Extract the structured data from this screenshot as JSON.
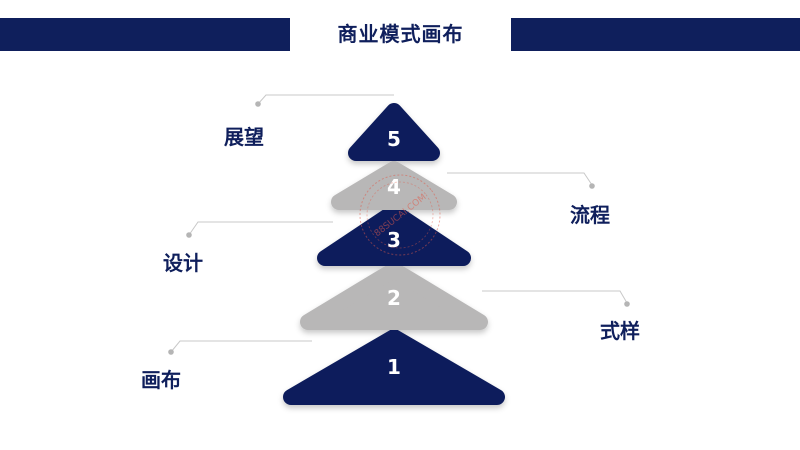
{
  "title": "商业模式画布",
  "colors": {
    "navy": "#0f1f5c",
    "gray": "#b8b7b7",
    "line": "#c8c8c8",
    "dot": "#b5b5b5"
  },
  "tiers": [
    {
      "number": "1",
      "color": "navy"
    },
    {
      "number": "2",
      "color": "gray"
    },
    {
      "number": "3",
      "color": "navy"
    },
    {
      "number": "4",
      "color": "gray"
    },
    {
      "number": "5",
      "color": "navy"
    }
  ],
  "labels": {
    "tier1": "画布",
    "tier2": "式样",
    "tier3": "设计",
    "tier4": "流程",
    "tier5": "展望"
  },
  "watermark": "88SUCAI.COM"
}
